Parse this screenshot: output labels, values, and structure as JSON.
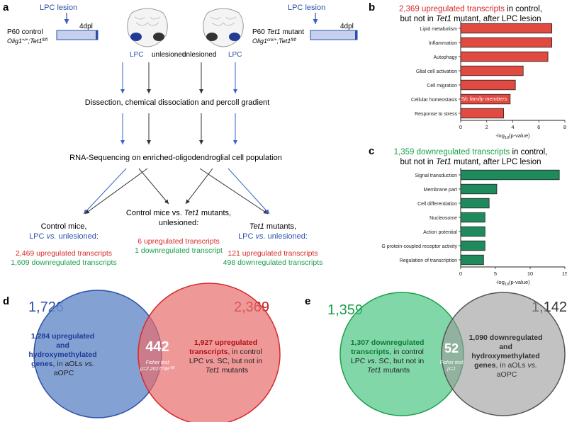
{
  "panel_a": {
    "letter": "a",
    "lpc_lesion_left": "LPC lesion",
    "lpc_lesion_right": "LPC lesion",
    "control_title": "P60 control",
    "control_genotype": "Olig1+/+;Tet1fl/fl",
    "mutant_title_pre": "P60 ",
    "mutant_title_gene": "Tet1",
    "mutant_title_post": " mutant",
    "mutant_genotype": "Olig1cre/+;Tet1fl/fl",
    "dpl_left": "4dpl",
    "dpl_right": "4dpl",
    "label_lpc_left": "LPC",
    "label_unlesioned_left": "unlesioned",
    "label_unlesioned_right": "unlesioned",
    "label_lpc_right": "LPC",
    "step1": "Dissection, chemical dissociation and percoll gradient",
    "step2": "RNA-Sequencing on enriched-oligodendroglial cell population",
    "out_left_line1": "Control mice,",
    "out_left_line2": "LPC vs. unlesioned:",
    "out_left_up": "2,469 upregulated transcripts",
    "out_left_down": "1,609 downregulated transcripts",
    "out_mid_line1": "Control mice vs. Tet1 mutants,",
    "out_mid_line2": "unlesioned:",
    "out_mid_up": "6 upregulated transcripts",
    "out_mid_down": "1 downregulated transcript",
    "out_right_line1": "Tet1 mutants,",
    "out_right_line2": "LPC vs. unlesioned:",
    "out_right_up": "121 upregulated transcripts",
    "out_right_down": "498 downregulated transcripts"
  },
  "panel_b": {
    "letter": "b",
    "title_line1_colored": "2,369 upregulated transcripts",
    "title_line1_rest": " in control,",
    "title_line2": "but not in Tet1 mutant, after LPC lesion",
    "overlay_label": "Slc family members"
  },
  "panel_c": {
    "letter": "c",
    "title_line1_colored": "1,359 downregulated transcripts",
    "title_line1_rest": " in control,",
    "title_line2": "but not in Tet1 mutant, after LPC lesion"
  },
  "chart_data": [
    {
      "type": "bar",
      "orientation": "horizontal",
      "categories": [
        "Lipid metabolism",
        "Inflammation",
        "Autophagy",
        "Glial cell activation",
        "Cell migration",
        "Cellular homeostasis",
        "Response to stress"
      ],
      "values": [
        7.0,
        7.0,
        6.7,
        4.8,
        4.2,
        3.8,
        3.3
      ],
      "xlabel": "-log10(p-value)",
      "xlim": [
        0,
        8
      ],
      "ticks": [
        0,
        2,
        4,
        6,
        8
      ],
      "bar_color": "#e04a41"
    },
    {
      "type": "bar",
      "orientation": "horizontal",
      "categories": [
        "Signal transduction",
        "Membrane part",
        "Cell differentiation",
        "Nucleosome",
        "Action potential",
        "G protein-coupled receptor activity",
        "Regulation of transcription"
      ],
      "values": [
        14.2,
        5.2,
        4.1,
        3.5,
        3.5,
        3.5,
        3.3
      ],
      "xlabel": "-log10(p-value)",
      "xlim": [
        0,
        15
      ],
      "ticks": [
        0,
        5,
        10,
        15
      ],
      "bar_color": "#1f8a5b"
    }
  ],
  "panel_d": {
    "letter": "d",
    "left_total": "1,726",
    "right_total": "2,369",
    "overlap": "442",
    "left_text": "1,284 upregulated and hydroxymethylated genes, in aOLs vs. aOPC",
    "right_text": "1,927 upregulated transcripts, in control LPC vs. SC, but not in Tet1 mutants",
    "fisher_label": "Fisher test",
    "fisher_p": "p=2.202774e-08"
  },
  "panel_e": {
    "letter": "e",
    "left_total": "1,359",
    "right_total": "1,142",
    "overlap": "52",
    "left_text": "1,307 downregulated transcripts, in control LPC vs. SC, but not in Tet1 mutants",
    "right_text": "1,090 downregulated and hydroxymethylated genes, in aOLs vs. aOPC",
    "fisher_label": "Fisher test",
    "fisher_p": "p=1"
  },
  "colors": {
    "blue": "#2a4fa8",
    "red": "#d72a2a",
    "green": "#1aa04a",
    "bar_red": "#e04a41",
    "bar_green": "#1f8a5b"
  }
}
